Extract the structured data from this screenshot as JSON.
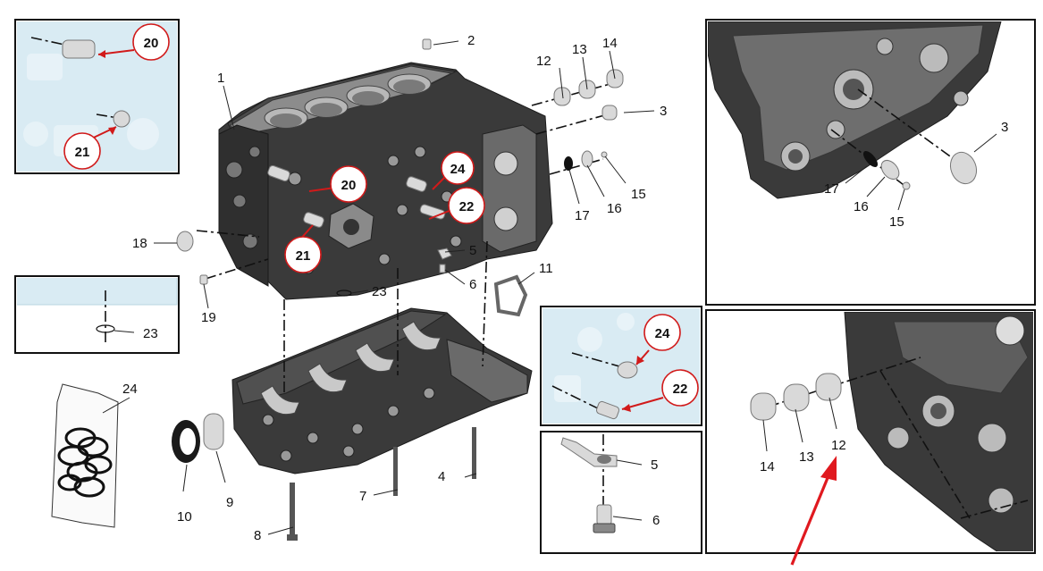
{
  "main": {
    "parts": [
      "1",
      "2",
      "3",
      "4",
      "5",
      "6",
      "7",
      "8",
      "9",
      "10",
      "11",
      "12",
      "13",
      "14",
      "15",
      "16",
      "17",
      "18",
      "19",
      "20",
      "21",
      "22",
      "23",
      "24"
    ],
    "callouts": {
      "c20": "20",
      "c21": "21",
      "c22": "22",
      "c24": "24"
    }
  },
  "inset_top_left": {
    "c20": "20",
    "c21": "21"
  },
  "inset_mid_left": {
    "l23": "23"
  },
  "inset_bag": {
    "l24": "24"
  },
  "inset_center": {
    "c24": "24",
    "c22": "22"
  },
  "inset_bottom_center": {
    "l5": "5",
    "l6": "6"
  },
  "inset_top_right": {
    "l3": "3",
    "l17": "17",
    "l16": "16",
    "l15": "15"
  },
  "inset_bottom_right": {
    "l14": "14",
    "l13": "13",
    "l12": "12"
  },
  "colors": {
    "callout_ring": "#d11a1a",
    "arrow": "#e0191f",
    "metal": "#3a3a3a",
    "ghost": "#cfe6f0"
  }
}
